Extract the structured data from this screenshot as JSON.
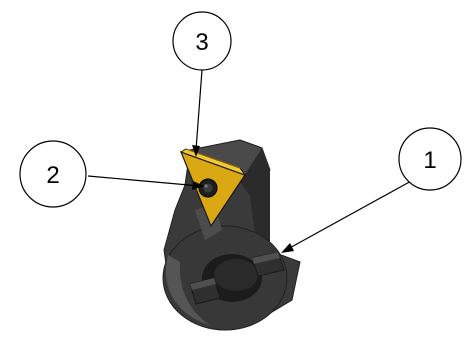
{
  "diagram": {
    "callouts": [
      {
        "label": "3",
        "target": "insert-top-edge"
      },
      {
        "label": "2",
        "target": "insert-screw"
      },
      {
        "label": "1",
        "target": "holder-body-slot"
      }
    ],
    "colors": {
      "background": "#ffffff",
      "holder_body": "#3a3a3a",
      "holder_dark": "#2b2b2b",
      "holder_light": "#595959",
      "insert_gold": "#d9a813",
      "insert_light": "#f1c93a",
      "screw": "#1e1e1e",
      "line": "#000000"
    }
  }
}
